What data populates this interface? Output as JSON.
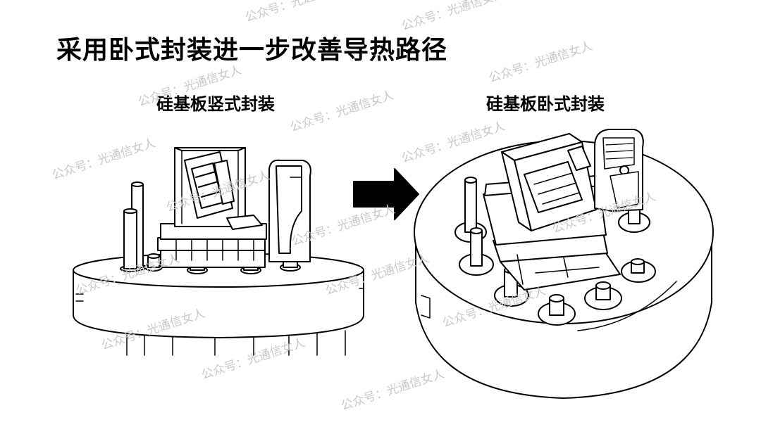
{
  "title": "采用卧式封装进一步改善导热路径",
  "left_label": "硅基板竖式封装",
  "right_label": "硅基板卧式封装",
  "watermark": "公众号：光通信女人",
  "colors": {
    "line": "#000000",
    "watermark": "#c9c9c9",
    "background": "#ffffff"
  }
}
